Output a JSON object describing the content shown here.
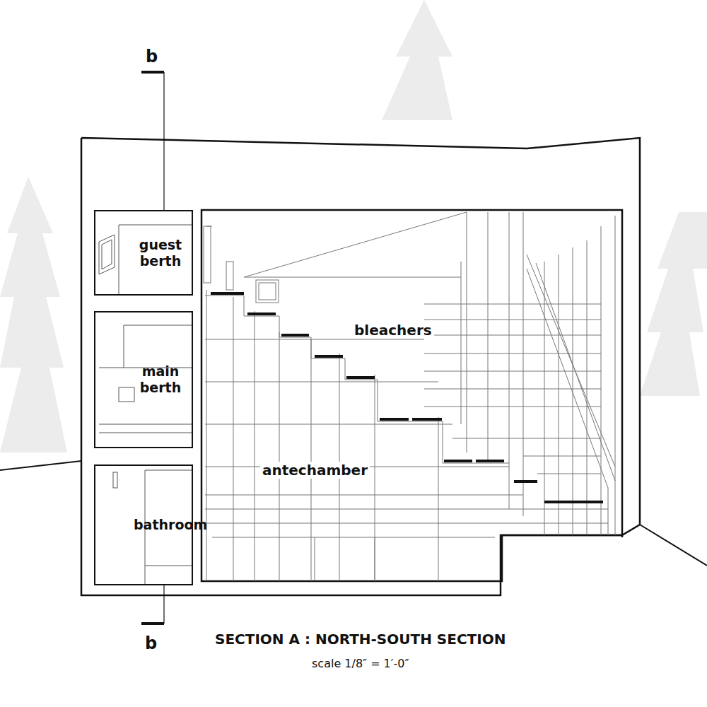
{
  "diagram": {
    "title": "SECTION A : NORTH-SOUTH SECTION",
    "caption": "scale  1/8″ = 1′-0″",
    "nodes": [
      {
        "text": [
          "guest berth"
        ]
      },
      {
        "text": [
          "main berth"
        ]
      },
      {
        "text": [
          "bathroom"
        ]
      }
    ],
    "labels": [
      "b",
      "b",
      "bleachers",
      "antechamber"
    ]
  }
}
